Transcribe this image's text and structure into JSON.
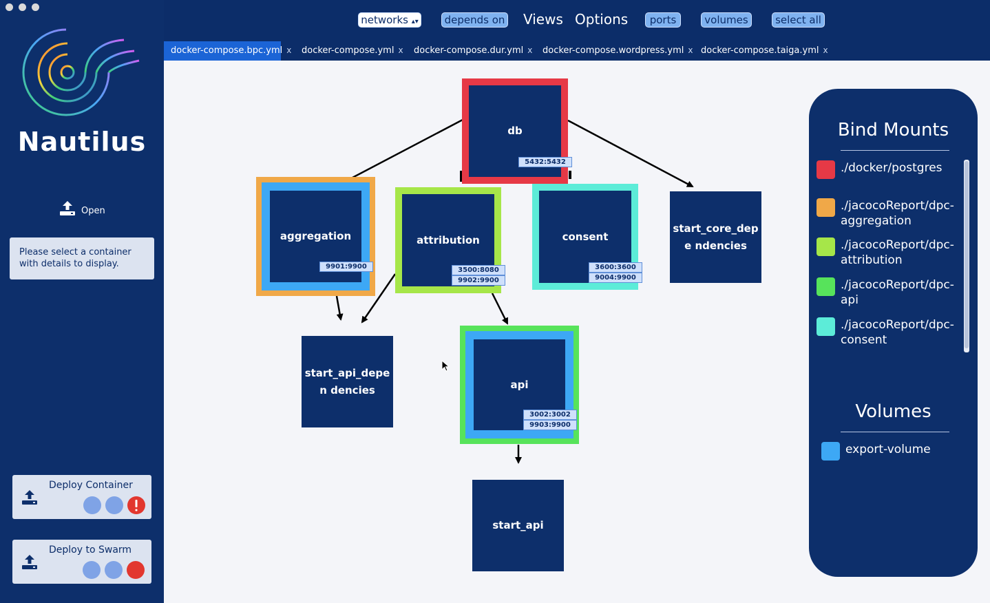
{
  "app": {
    "title": "Nautilus"
  },
  "sidebar": {
    "open_label": "Open",
    "info_text": "Please select a container with details to display.",
    "deploy_container": {
      "label": "Deploy Container"
    },
    "deploy_swarm": {
      "label": "Deploy to Swarm"
    }
  },
  "toolbar": {
    "networks": "networks",
    "depends_on": "depends on",
    "views": "Views",
    "options": "Options",
    "ports": "ports",
    "volumes": "volumes",
    "select_all": "select all"
  },
  "tabs": [
    {
      "label": "docker-compose.bpc.yml",
      "close": "x",
      "active": true
    },
    {
      "label": "docker-compose.yml",
      "close": "x"
    },
    {
      "label": "docker-compose.dur.yml",
      "close": "x"
    },
    {
      "label": "docker-compose.wordpress.yml",
      "close": "x"
    },
    {
      "label": "docker-compose.taiga.yml",
      "close": "x"
    }
  ],
  "colors": {
    "navy": "#0d2f6b",
    "red": "#e63946",
    "orange": "#f0a848",
    "lime": "#a6e649",
    "green": "#57e35b",
    "teal": "#5cecd8",
    "blue": "#3da8f5"
  },
  "services": {
    "db": {
      "name": "db",
      "ports": [
        "5432:5432"
      ]
    },
    "aggregation": {
      "name": "aggregation",
      "ports": [
        "9901:9900"
      ]
    },
    "attribution": {
      "name": "attribution",
      "ports": [
        "3500:8080",
        "9902:9900"
      ]
    },
    "consent": {
      "name": "consent",
      "ports": [
        "3600:3600",
        "9004:9900"
      ]
    },
    "start_core_dependencies": {
      "name": "start_core_depe ndencies"
    },
    "start_api_dependencies": {
      "name": "start_api_depen dencies"
    },
    "api": {
      "name": "api",
      "ports": [
        "3002:3002",
        "9903:9900"
      ]
    },
    "start_api": {
      "name": "start_api"
    }
  },
  "bind_mounts": {
    "title": "Bind Mounts",
    "items": [
      {
        "label": "./docker/postgres",
        "color": "#e63946"
      },
      {
        "label": "./jacocoReport/dpc-aggregation",
        "color": "#f0a848"
      },
      {
        "label": "./jacocoReport/dpc-attribution",
        "color": "#a6e649"
      },
      {
        "label": "./jacocoReport/dpc-api",
        "color": "#57e35b"
      },
      {
        "label": "./jacocoReport/dpc-consent",
        "color": "#5cecd8"
      }
    ]
  },
  "volumes": {
    "title": "Volumes",
    "items": [
      {
        "label": "export-volume",
        "color": "#3da8f5"
      }
    ]
  }
}
